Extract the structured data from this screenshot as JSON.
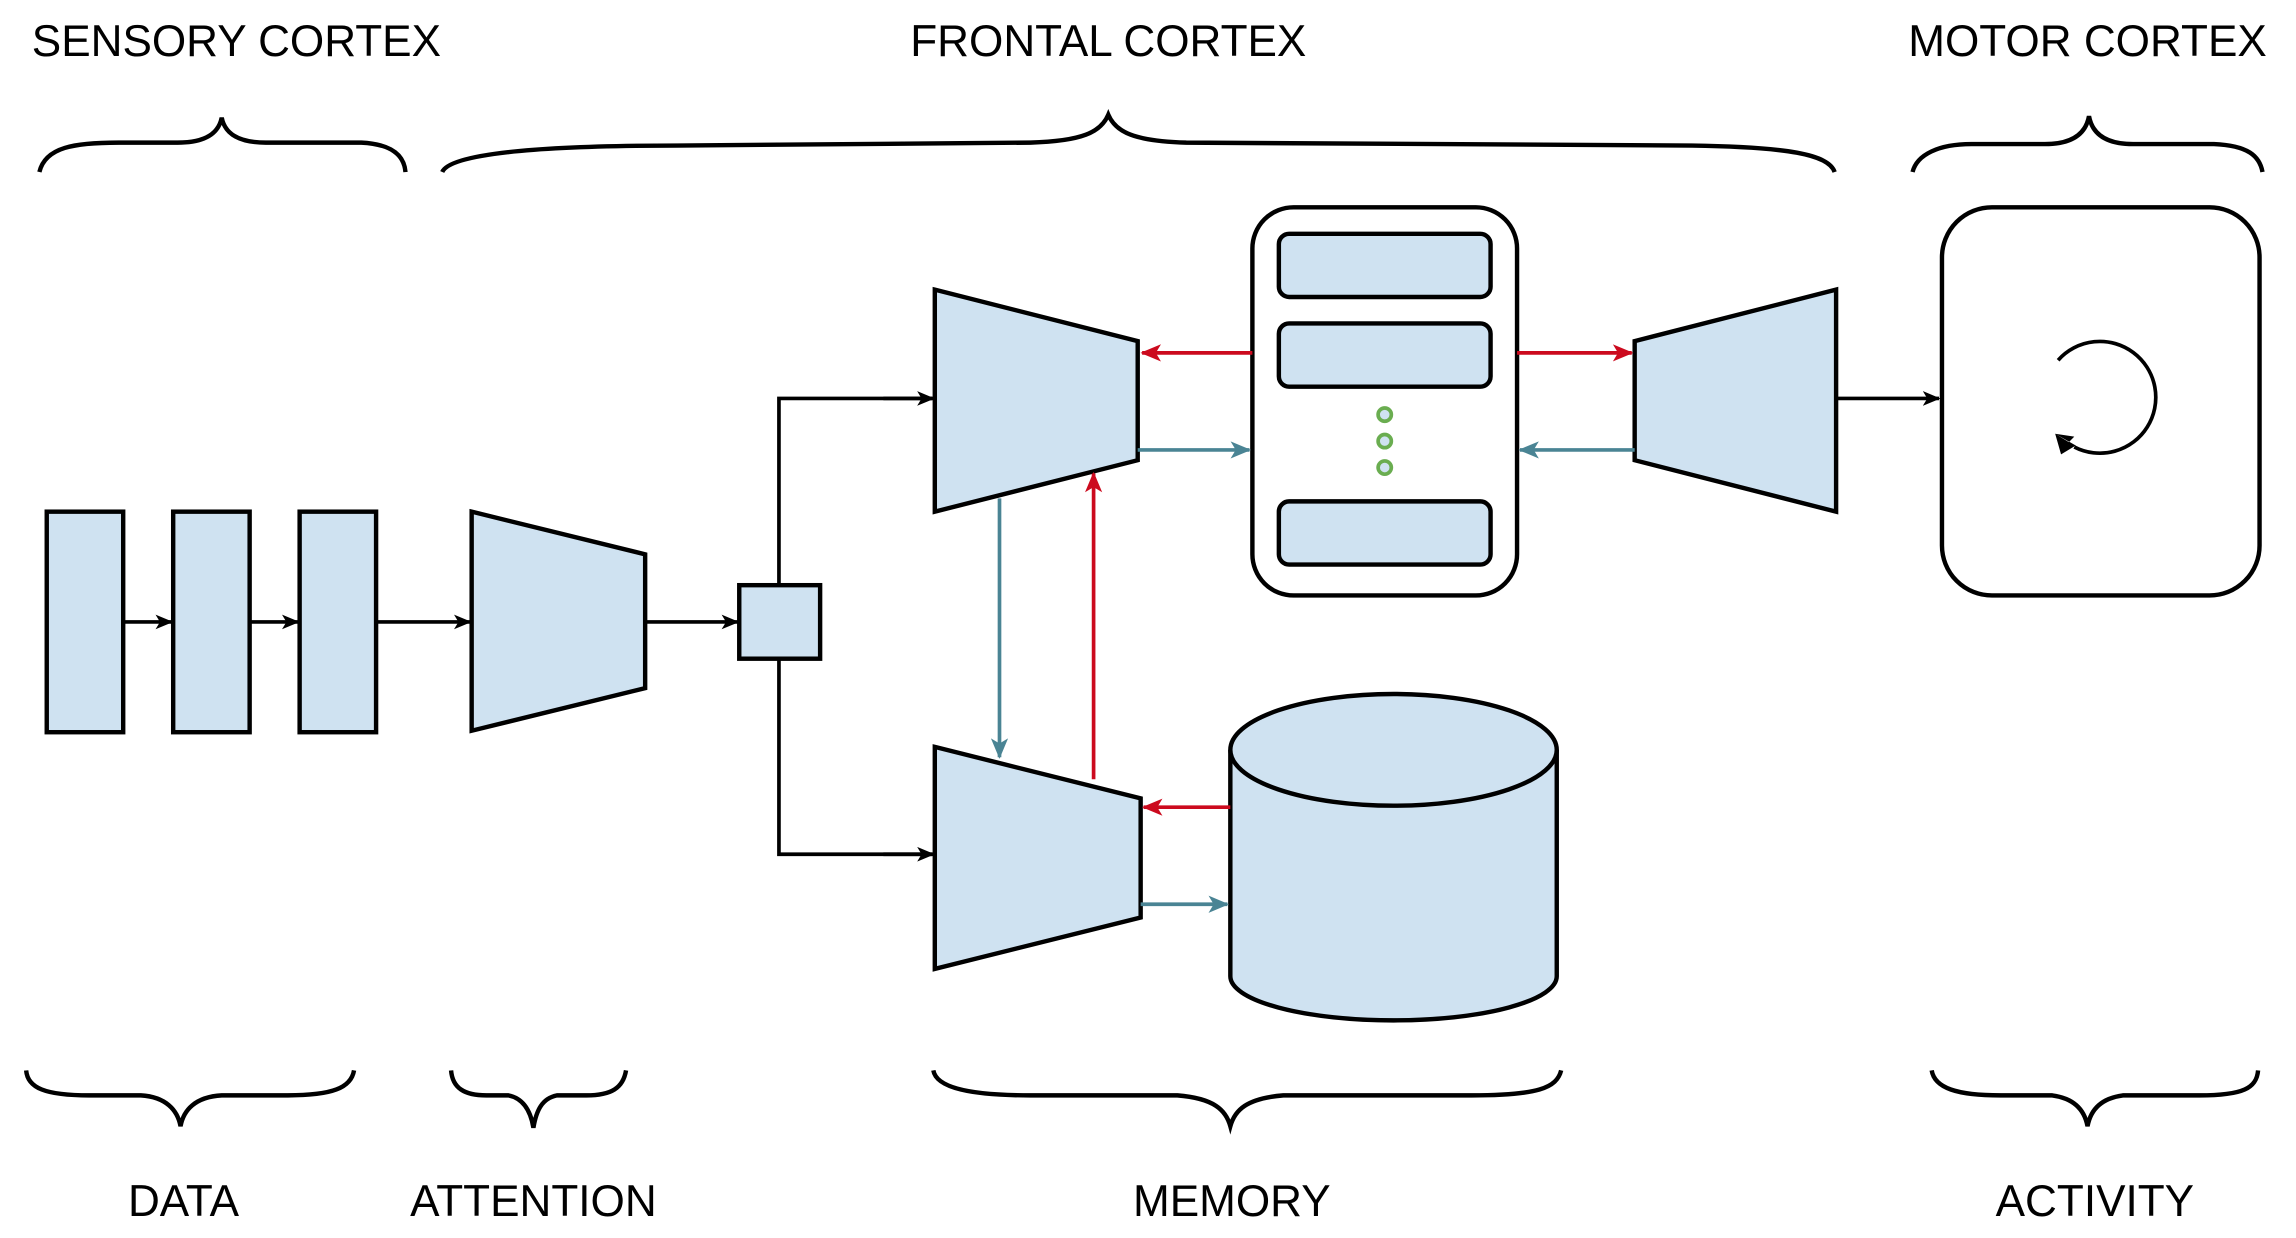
{
  "top_labels": {
    "sensory": "SENSORY CORTEX",
    "frontal": "FRONTAL CORTEX",
    "motor": "MOTOR CORTEX"
  },
  "bottom_labels": {
    "data": "DATA",
    "attention": "ATTENTION",
    "memory": "MEMORY",
    "activity": "ACTIVITY"
  },
  "colors": {
    "block_fill": "#cfe2f1",
    "outline": "#000000",
    "read_arrow": "#cc0a1e",
    "write_arrow": "#4a8494",
    "ellipsis_dots": "#6aad50"
  },
  "icons": {
    "memory_slots_ellipsis": "vertical-ellipsis",
    "activity_loop": "circular-arrow"
  }
}
